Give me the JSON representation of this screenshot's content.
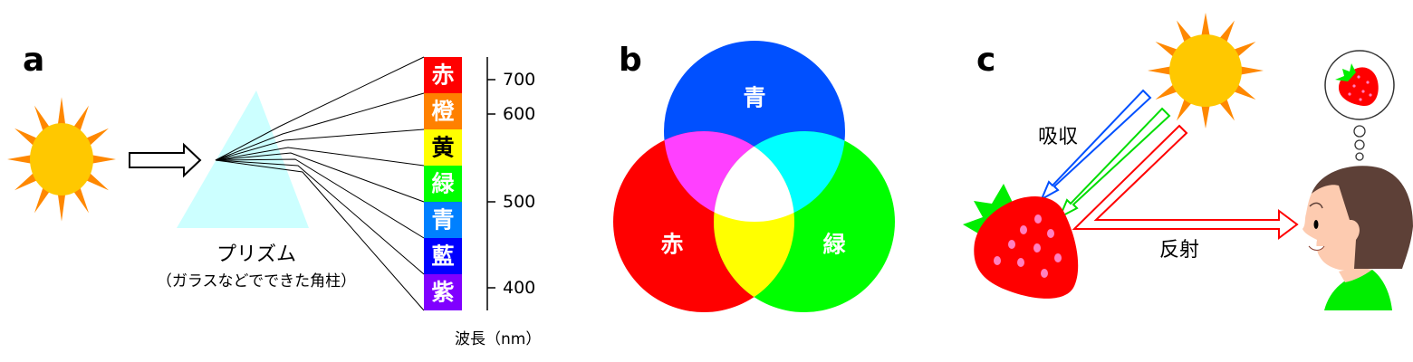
{
  "panel_a": {
    "label": "a",
    "prism_label": "プリズム",
    "prism_sublabel": "（ガラスなどでできた角柱）",
    "axis_label": "波長（nm）",
    "bands": [
      {
        "name": "赤",
        "color": "#FF0000",
        "text_color": "#FFFFFF"
      },
      {
        "name": "橙",
        "color": "#FF8000",
        "text_color": "#FFFFFF"
      },
      {
        "name": "黄",
        "color": "#FFFF00",
        "text_color": "#000000"
      },
      {
        "name": "緑",
        "color": "#00FF00",
        "text_color": "#FFFFFF"
      },
      {
        "name": "青",
        "color": "#0080FF",
        "text_color": "#FFFFFF"
      },
      {
        "name": "藍",
        "color": "#0000FF",
        "text_color": "#FFFFFF"
      },
      {
        "name": "紫",
        "color": "#8000FF",
        "text_color": "#FFFFFF"
      }
    ],
    "ticks": [
      "700",
      "600",
      "500",
      "400"
    ]
  },
  "panel_b": {
    "label": "b",
    "blue": "青",
    "red": "赤",
    "green": "緑"
  },
  "panel_c": {
    "label": "c",
    "absorb": "吸収",
    "reflect": "反射"
  },
  "colors": {
    "sun_body": "#FFC800",
    "sun_rays": "#FF8800",
    "prism": "#CCFFFF"
  }
}
